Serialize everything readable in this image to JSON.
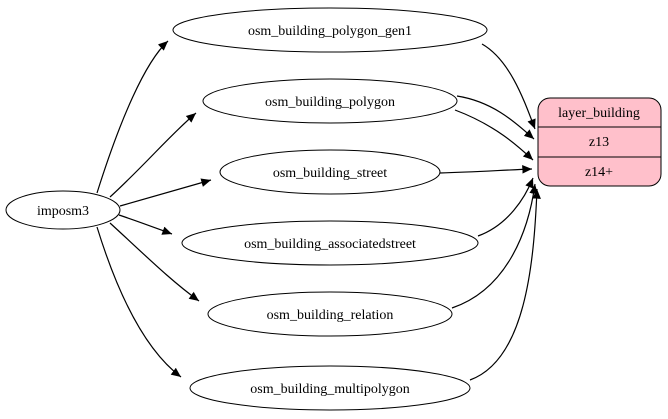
{
  "diagram": {
    "source_node": {
      "label": "imposm3"
    },
    "table_nodes": [
      {
        "label": "osm_building_polygon_gen1"
      },
      {
        "label": "osm_building_polygon"
      },
      {
        "label": "osm_building_street"
      },
      {
        "label": "osm_building_associatedstreet"
      },
      {
        "label": "osm_building_relation"
      },
      {
        "label": "osm_building_multipolygon"
      }
    ],
    "layer_node": {
      "title": "layer_building",
      "rows": [
        "z13",
        "z14+"
      ],
      "fill": "#ffc0cb",
      "stroke": "#000000"
    },
    "edges": [
      {
        "from": "imposm3",
        "to": "osm_building_polygon_gen1"
      },
      {
        "from": "imposm3",
        "to": "osm_building_polygon"
      },
      {
        "from": "imposm3",
        "to": "osm_building_street"
      },
      {
        "from": "imposm3",
        "to": "osm_building_associatedstreet"
      },
      {
        "from": "imposm3",
        "to": "osm_building_relation"
      },
      {
        "from": "imposm3",
        "to": "osm_building_multipolygon"
      },
      {
        "from": "osm_building_polygon_gen1",
        "to": "layer_building",
        "row": "z13"
      },
      {
        "from": "osm_building_polygon",
        "to": "layer_building",
        "row": "z13"
      },
      {
        "from": "osm_building_polygon",
        "to": "layer_building",
        "row": "z14+"
      },
      {
        "from": "osm_building_street",
        "to": "layer_building",
        "row": "z14+"
      },
      {
        "from": "osm_building_associatedstreet",
        "to": "layer_building",
        "row": "z14+"
      },
      {
        "from": "osm_building_relation",
        "to": "layer_building",
        "row": "z14+"
      },
      {
        "from": "osm_building_multipolygon",
        "to": "layer_building",
        "row": "z14+"
      }
    ]
  }
}
